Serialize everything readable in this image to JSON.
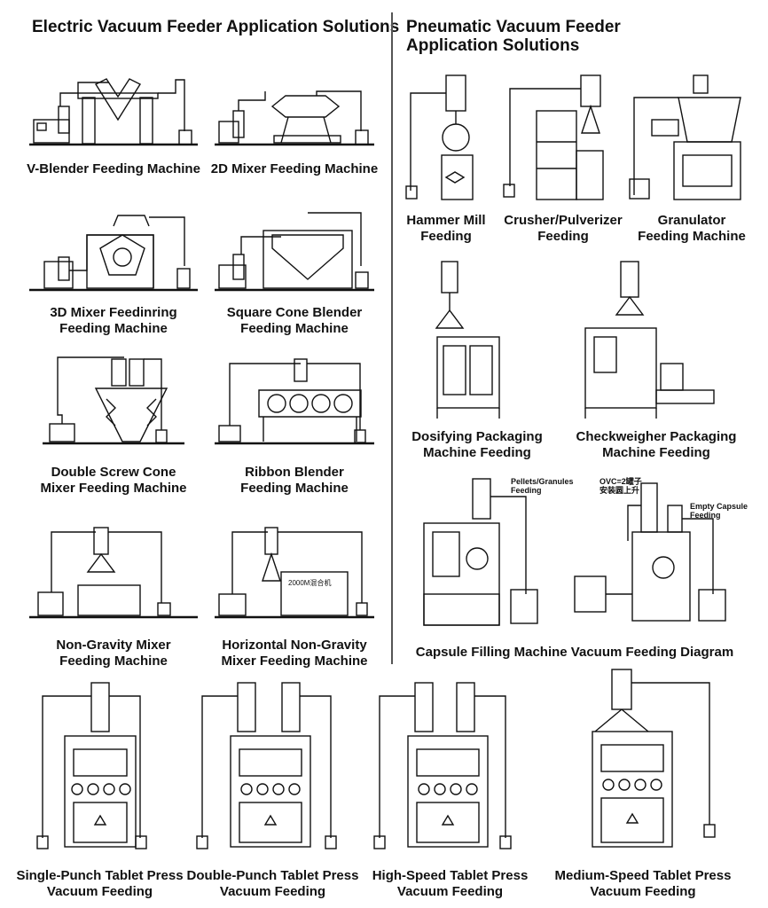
{
  "headings": {
    "electric": "Electric Vacuum Feeder Application Solutions",
    "pneumatic_line1": "Pneumatic Vacuum Feeder",
    "pneumatic_line2": "Application Solutions"
  },
  "electric_panels": [
    {
      "line1": "V-Blender Feeding Machine",
      "line2": ""
    },
    {
      "line1": "2D Mixer Feeding Machine",
      "line2": ""
    },
    {
      "line1": "3D Mixer Feedinring",
      "line2": "Feeding Machine"
    },
    {
      "line1": "Square Cone Blender",
      "line2": "Feeding Machine"
    },
    {
      "line1": "Double Screw Cone",
      "line2": "Mixer Feeding Machine"
    },
    {
      "line1": "Ribbon Blender",
      "line2": "Feeding Machine"
    },
    {
      "line1": "Non-Gravity Mixer",
      "line2": "Feeding Machine"
    },
    {
      "line1": "Horizontal Non-Gravity",
      "line2": "Mixer Feeding Machine"
    }
  ],
  "pneumatic_panels": [
    {
      "line1": "Hammer Mill",
      "line2": "Feeding"
    },
    {
      "line1": "Crusher/Pulverizer",
      "line2": "Feeding"
    },
    {
      "line1": "Granulator",
      "line2": "Feeding Machine"
    },
    {
      "line1": "Dosifying Packaging",
      "line2": "Machine Feeding"
    },
    {
      "line1": "Checkweigher Packaging",
      "line2": "Machine Feeding"
    }
  ],
  "capsule": {
    "caption": "Capsule Filling Machine Vacuum Feeding Diagram",
    "note_pellets_1": "Pellets/Granules",
    "note_pellets_2": "Feeding",
    "note_ovc_1": "OVC=2罐子",
    "note_ovc_2": "安装圆上升",
    "note_empty_1": "Empty Capsule",
    "note_empty_2": "Feeding",
    "machine_label": "2000M混合机"
  },
  "tablet_panels": [
    {
      "line1": "Single-Punch Tablet Press",
      "line2": "Vacuum Feeding"
    },
    {
      "line1": "Double-Punch Tablet Press",
      "line2": "Vacuum Feeding"
    },
    {
      "line1": "High-Speed Tablet Press",
      "line2": "Vacuum Feeding"
    },
    {
      "line1": "Medium-Speed Tablet Press",
      "line2": "Vacuum Feeding"
    }
  ]
}
